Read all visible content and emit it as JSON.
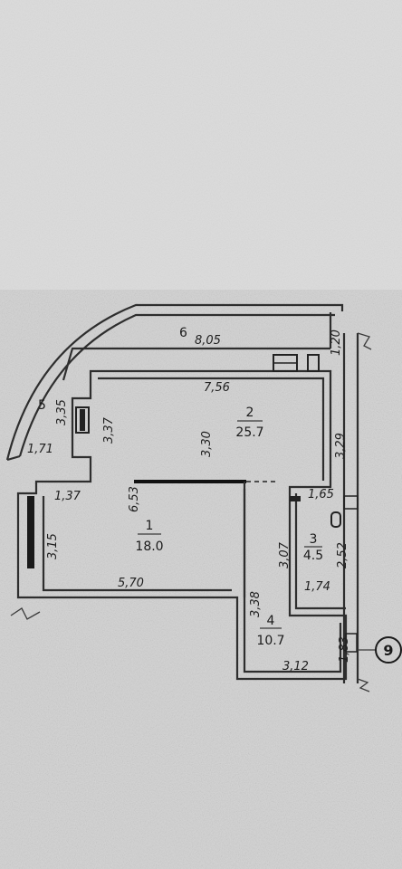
{
  "rooms": [
    {
      "number": "1",
      "area": "18.0"
    },
    {
      "number": "2",
      "area": "25.7"
    },
    {
      "number": "3",
      "area": "4.5"
    },
    {
      "number": "4",
      "area": "10.7"
    },
    {
      "number": "5"
    },
    {
      "number": "6"
    }
  ],
  "dimensions": {
    "d1": "8,05",
    "d2": "1,20",
    "d3": "7,56",
    "d4": "3,35",
    "d5": "3,37",
    "d6": "1,71",
    "d7": "3,30",
    "d8": "3,29",
    "d9": "6,53",
    "d10": "1,37",
    "d11": "1,65",
    "d12": "3,15",
    "d13": "3,07",
    "d14": "2,52",
    "d15": "5,70",
    "d16": "1,74",
    "d17": "3,38",
    "d18": "1,83",
    "d19": "3,12"
  },
  "marker": "9",
  "colors": {
    "paper": "#cfcfcf",
    "ink": "#2e2e2e"
  }
}
